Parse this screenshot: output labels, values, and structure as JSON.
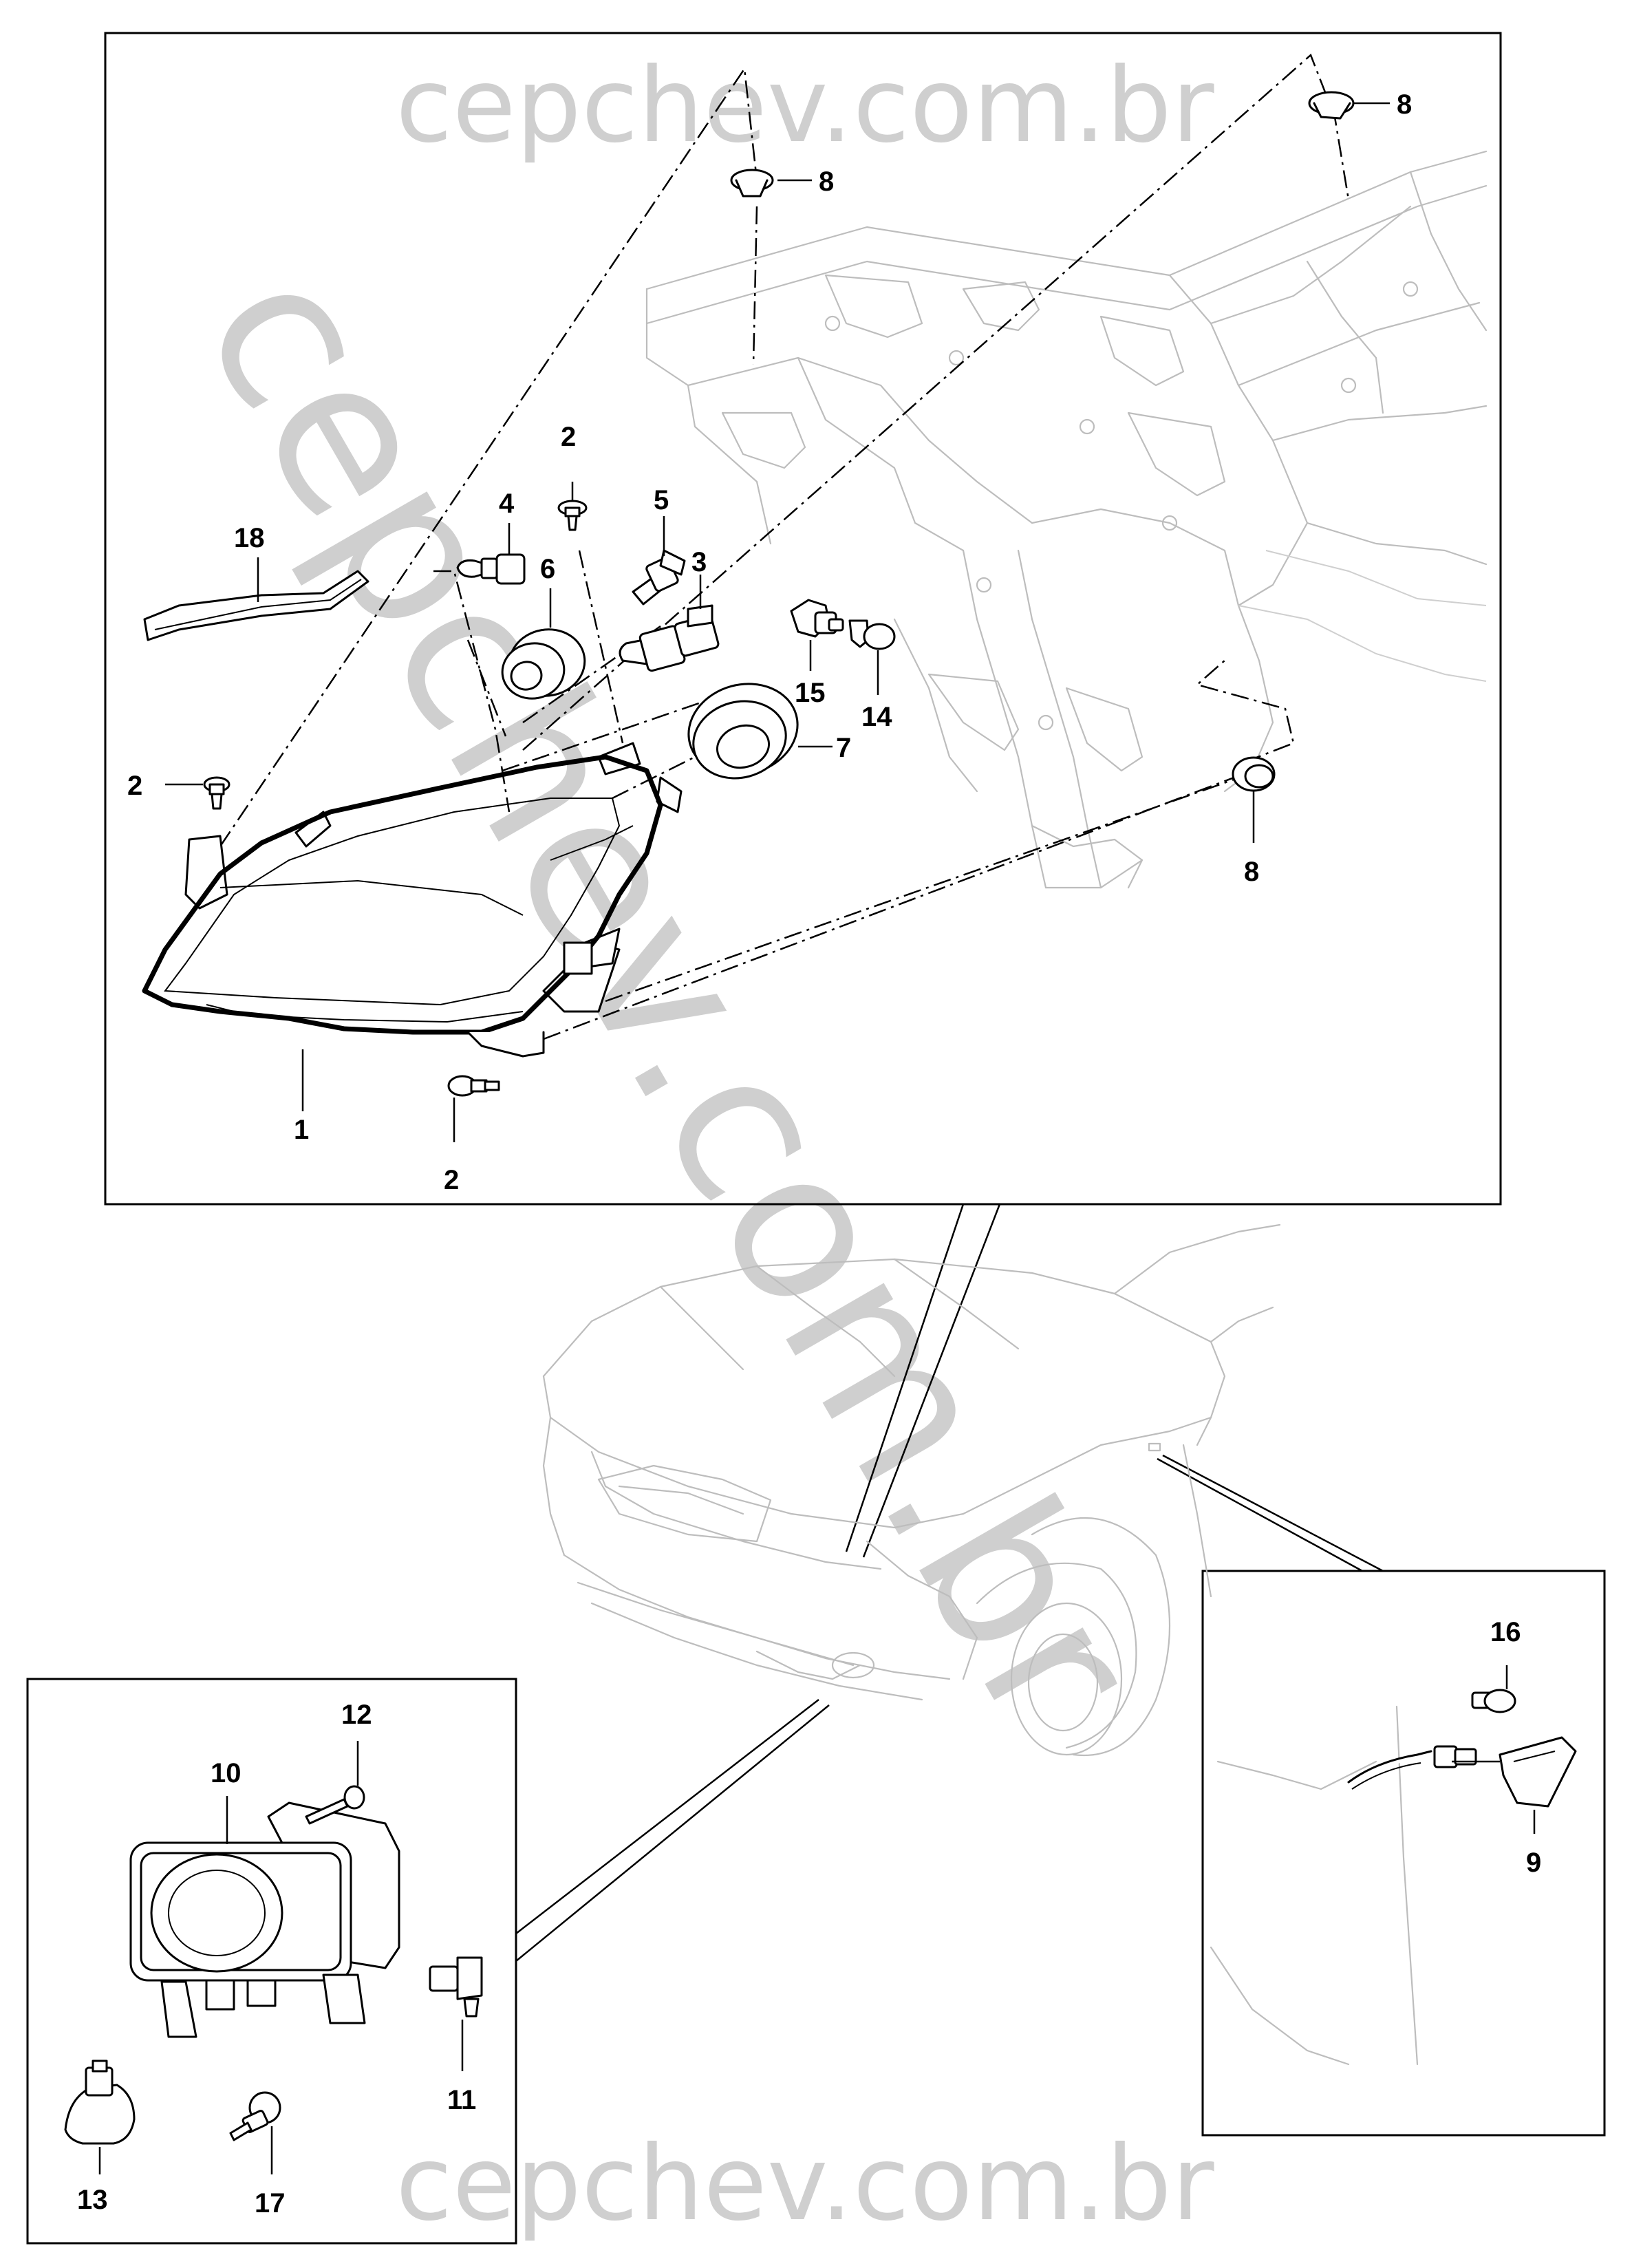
{
  "watermark": {
    "top": "cepchev.com.br",
    "diagonal": "cepchev.com.br",
    "bottom": "cepchev.com.br"
  },
  "callouts": {
    "p1": "1",
    "p2a": "2",
    "p2b": "2",
    "p2c": "2",
    "p3": "3",
    "p4": "4",
    "p5": "5",
    "p6": "6",
    "p7": "7",
    "p8a": "8",
    "p8b": "8",
    "p8c": "8",
    "p9": "9",
    "p10": "10",
    "p11": "11",
    "p12": "12",
    "p13": "13",
    "p14": "14",
    "p15": "15",
    "p16": "16",
    "p17": "17",
    "p18": "18"
  },
  "icons": {
    "headlamp": "headlamp-assembly-icon",
    "fog_lamp": "fog-lamp-assembly-icon",
    "side_marker": "side-marker-lamp-icon",
    "vehicle": "vehicle-front-outline-icon",
    "front_structure": "front-end-structure-icon"
  }
}
